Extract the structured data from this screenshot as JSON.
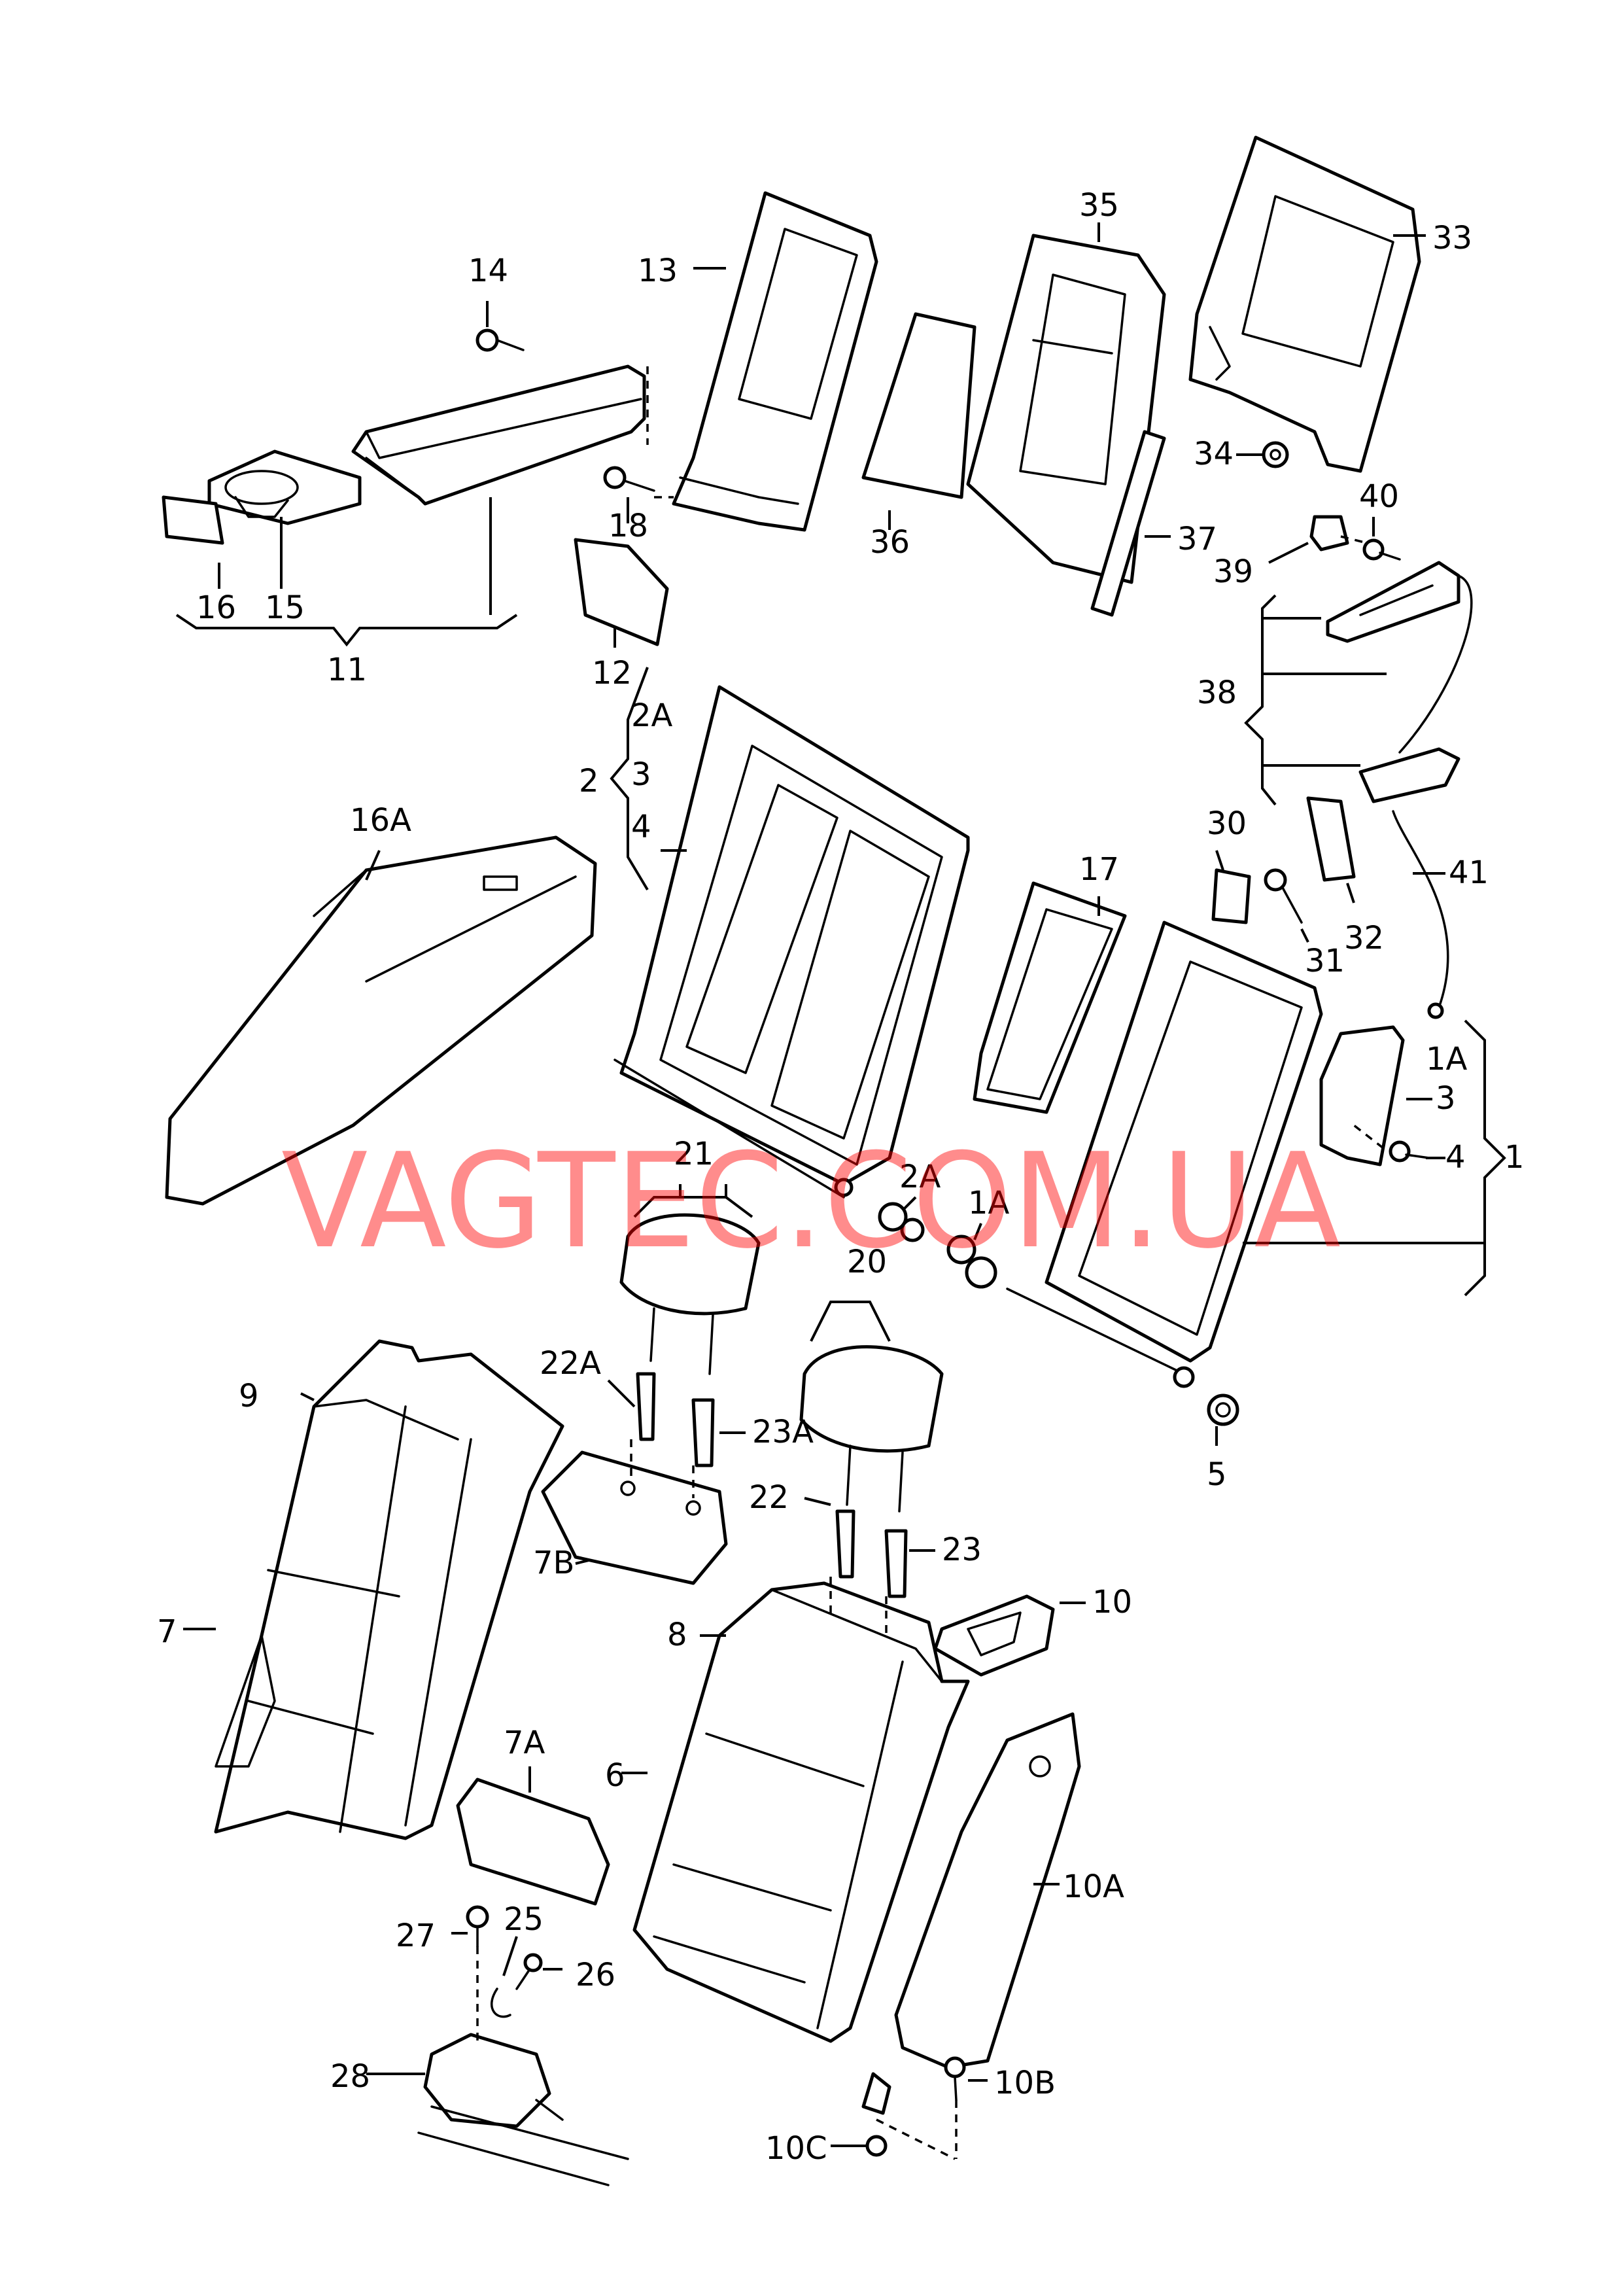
{
  "watermark": "VAGTEC.COM.UA",
  "watermark_color": "#ff0000",
  "labels": {
    "l14": "14",
    "l13": "13",
    "l35": "35",
    "l33": "33",
    "l18": "18",
    "l36": "36",
    "l37": "37",
    "l34": "34",
    "l40": "40",
    "l39": "39",
    "l16": "16",
    "l15": "15",
    "l11": "11",
    "l12": "12",
    "l2A_top": "2A",
    "l2": "2",
    "l3_left": "3",
    "l4_left": "4",
    "l38": "38",
    "l16A": "16A",
    "l30": "30",
    "l17": "17",
    "l31": "31",
    "l32": "32",
    "l41": "41",
    "l1A_right": "1A",
    "l3_right": "3",
    "l4_right": "4",
    "l1": "1",
    "l21": "21",
    "l2A_mid": "2A",
    "l1A_mid": "1A",
    "l20": "20",
    "l9": "9",
    "l22A": "22A",
    "l23A": "23A",
    "l5": "5",
    "l22": "22",
    "l7B": "7B",
    "l23": "23",
    "l10": "10",
    "l7": "7",
    "l8": "8",
    "l7A": "7A",
    "l6": "6",
    "l10A": "10A",
    "l27": "27",
    "l25": "25",
    "l26": "26",
    "l28": "28",
    "l10B": "10B",
    "l10C": "10C"
  }
}
